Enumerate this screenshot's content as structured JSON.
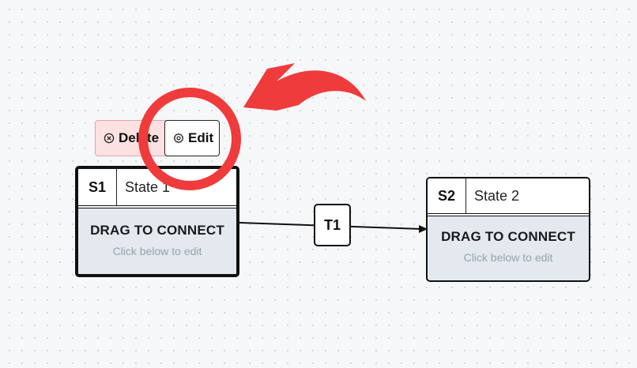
{
  "toolbar": {
    "delete_label": "Delete",
    "edit_label": "Edit",
    "delete_icon": "circle-x-icon",
    "edit_icon": "gear-icon"
  },
  "nodes": [
    {
      "id": "S1",
      "name": "State 1",
      "drag_label": "DRAG TO CONNECT",
      "hint": "Click below to edit",
      "selected": true
    },
    {
      "id": "S2",
      "name": "State 2",
      "drag_label": "DRAG TO CONNECT",
      "hint": "Click below to edit",
      "selected": false
    }
  ],
  "edges": [
    {
      "label": "T1",
      "from": "S1",
      "to": "S2"
    }
  ],
  "annotation": {
    "color": "#ef3b3b",
    "icons": [
      "highlight-circle",
      "curved-arrow-icon"
    ]
  }
}
